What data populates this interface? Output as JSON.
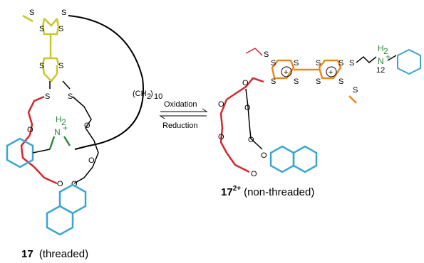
{
  "compounds": {
    "left": {
      "number": "17",
      "state": "(threaded)"
    },
    "right": {
      "number": "17",
      "charge": "2+",
      "state": "(non-threaded)"
    }
  },
  "arrows": {
    "forward": "Oxidation",
    "reverse": "Reduction"
  },
  "chain_label": {
    "base": "(CH",
    "sub1": "2",
    "close": ")",
    "sub2": "10"
  },
  "atoms": {
    "sulfur": "S",
    "oxygen": "O",
    "nitrogen": "N",
    "hydrogen": "H",
    "h_sub": "2",
    "plus": "+"
  },
  "right_chain_sub": "12",
  "colors": {
    "ttf": "#c9c62a",
    "crown": "#d0282e",
    "naphthalene": "#3aa6cf",
    "ammonium": "#2e8b3a",
    "ttf_oxidized": "#e8891f",
    "bond": "#000000"
  }
}
